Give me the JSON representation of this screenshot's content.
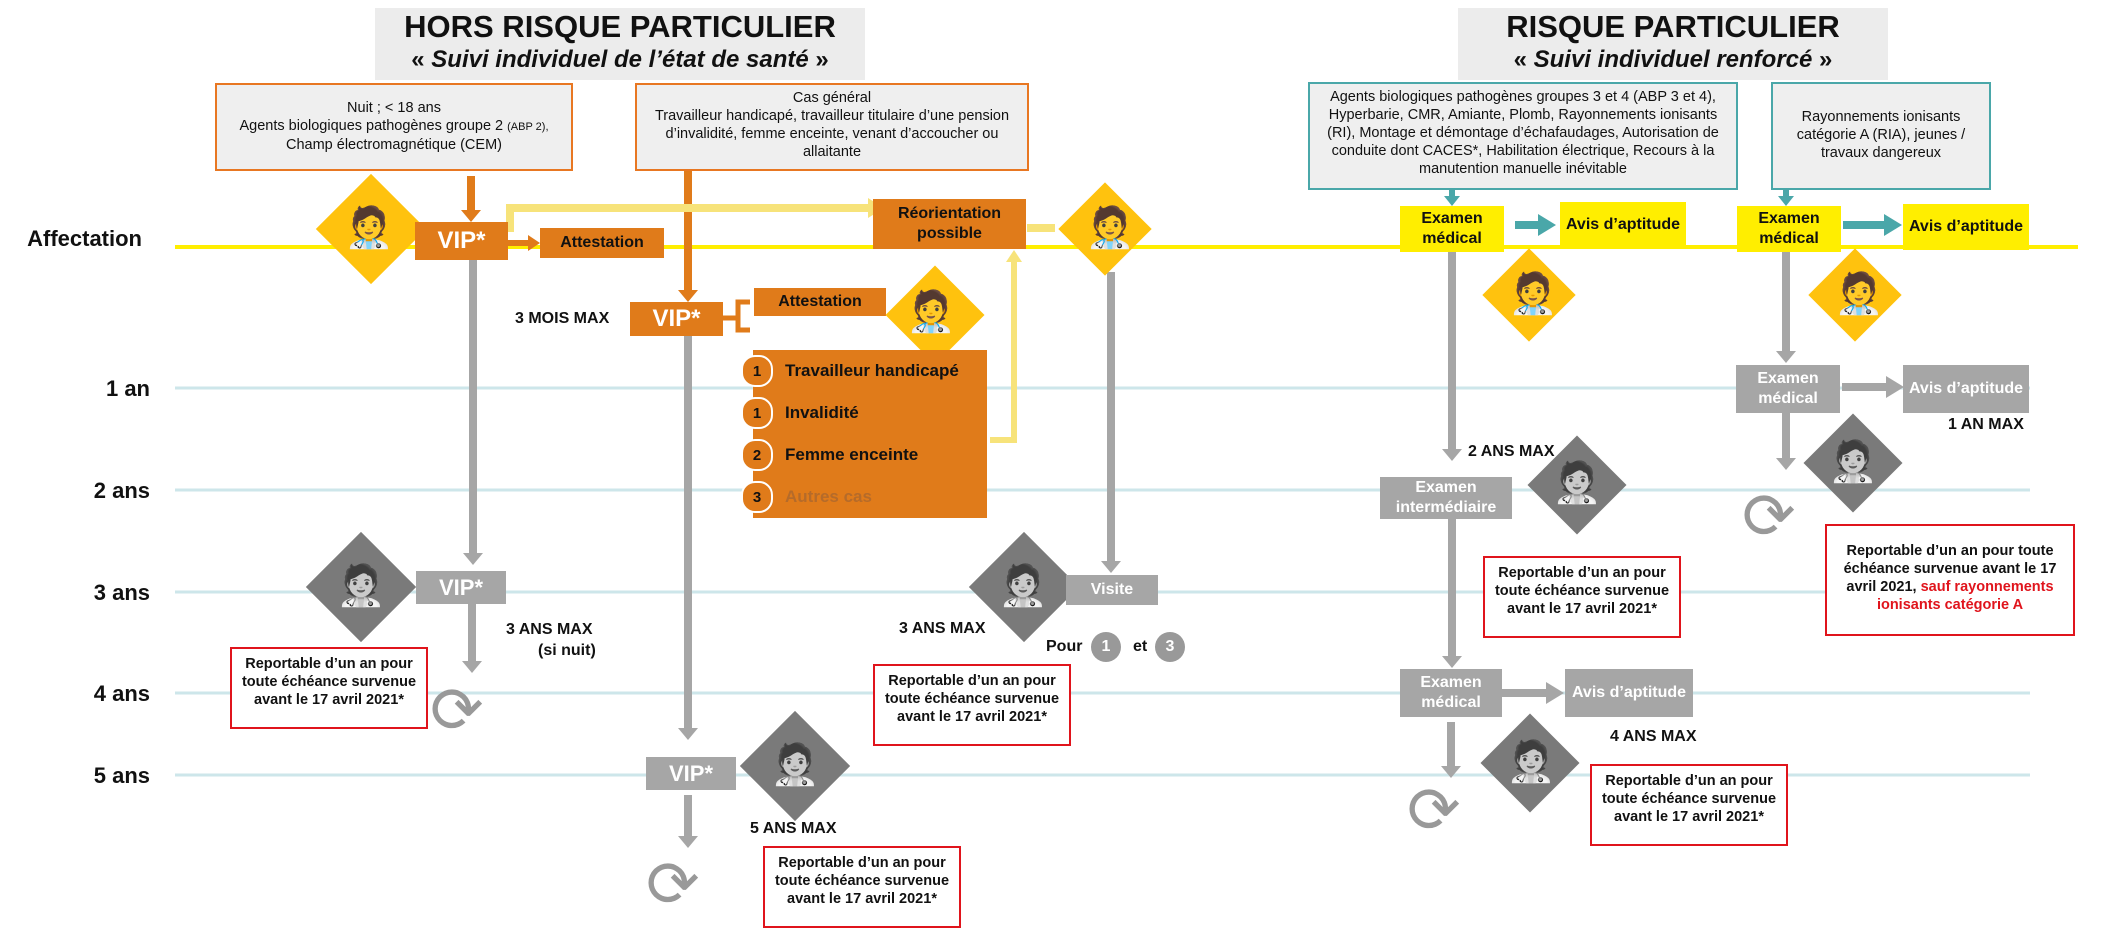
{
  "left_header": {
    "title": "HORS RISQUE PARTICULIER",
    "subtitle_open": "« ",
    "subtitle_em": "Suivi individuel de l’état de santé",
    "subtitle_close": " »"
  },
  "right_header": {
    "title": "RISQUE PARTICULIER",
    "subtitle_open": "« ",
    "subtitle_em": "Suivi individuel renforcé",
    "subtitle_close": " »"
  },
  "timeline": {
    "affectation": "Affectation",
    "y1": "1 an",
    "y2": "2 ans",
    "y3": "3 ans",
    "y4": "4 ans",
    "y5": "5 ans"
  },
  "cond_night": {
    "l1": "Nuit ; < 18 ans",
    "l2a": "Agents biologiques pathogènes  groupe 2 ",
    "l2b": "(ABP 2),",
    "l3": "Champ électromagnétique (CEM)"
  },
  "cond_general": {
    "l1": "Cas général",
    "l2": "Travailleur handicapé, travailleur titulaire d’une pension d’invalidité, femme enceinte, venant d’accoucher ou allaitante"
  },
  "cond_abp": {
    "text": "Agents biologiques pathogènes groupes 3 et 4 (ABP 3 et 4), Hyperbarie, CMR, Amiante, Plomb, Rayonnements ionisants (RI), Montage et démontage d’échafaudages, Autorisation de conduite dont CACES*, Habilitation électrique, Recours à la manutention manuelle inévitable"
  },
  "cond_ria": {
    "text": "Rayonnements ionisants catégorie A (RIA), jeunes / travaux dangereux"
  },
  "left": {
    "vip1": "VIP*",
    "attestation1": "Attestation",
    "reorientation": "Réorientation possible",
    "vip3ans": "VIP*",
    "max3": "3 ANS MAX",
    "si_nuit": "(si nuit)",
    "note1": "Reportable d’un an pour toute échéance survenue avant le 17 avril 2021*"
  },
  "middle": {
    "max3mois": "3 MOIS MAX",
    "vip2": "VIP*",
    "attestation2": "Attestation",
    "list": [
      {
        "num": "1",
        "label": "Travailleur handicapé"
      },
      {
        "num": "1",
        "label": "Invalidité"
      },
      {
        "num": "2",
        "label": "Femme enceinte"
      },
      {
        "num": "3",
        "label": "Autres cas"
      }
    ],
    "vip5": "VIP*",
    "max5": "5 ANS MAX",
    "note2": "Reportable d’un an pour toute échéance survenue avant le 17 avril 2021*",
    "visite": "Visite",
    "max3b": "3 ANS MAX",
    "pour": "Pour",
    "c1": "1",
    "et": "et",
    "c3": "3",
    "note3": "Reportable d’un an pour toute échéance survenue avant le 17 avril 2021*"
  },
  "right": {
    "exam1": "Examen médical",
    "avis1": "Avis d’aptitude",
    "max2": "2 ANS MAX",
    "exam_inter": "Examen intermédiaire",
    "note4": "Reportable d’un an pour toute échéance survenue avant le 17 avril 2021*",
    "exam2": "Examen médical",
    "avis2": "Avis d’aptitude",
    "max4": "4 ANS MAX",
    "note5": "Reportable d’un an pour toute échéance survenue avant le 17 avril 2021*"
  },
  "ria": {
    "exam1": "Examen médical",
    "avis1": "Avis d’aptitude",
    "exam2": "Examen médical",
    "avis2": "Avis d’aptitude",
    "max1": "1 AN MAX",
    "note_a": "Reportable d’un an pour toute échéance survenue avant le 17 avril 2021, ",
    "note_b": "sauf rayonnements ionisants catégorie A"
  },
  "colors": {
    "orange": "#e07b1a",
    "yellow": "#ffee00",
    "gold": "#ffc20e",
    "grey": "#a6a6a6",
    "teal": "#4aa7a9",
    "red": "#e0141c",
    "line": "#cde6ea"
  },
  "icons": {
    "doctor": "doctor-icon",
    "cycle": "refresh-cycle-icon"
  }
}
